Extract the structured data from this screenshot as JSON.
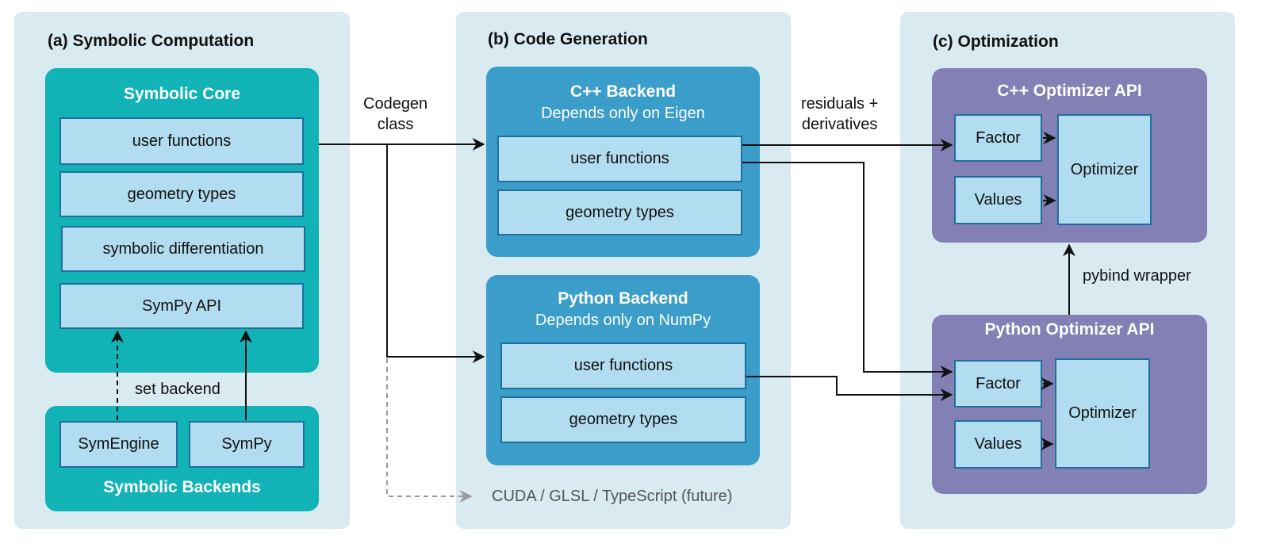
{
  "panels": {
    "a": {
      "title": "(a) Symbolic Computation",
      "core": {
        "title": "Symbolic Core",
        "items": [
          "user functions",
          "geometry types",
          "symbolic differentiation",
          "SymPy API"
        ]
      },
      "backends": {
        "title": "Symbolic Backends",
        "items": [
          "SymEngine",
          "SymPy"
        ]
      },
      "set_backend_label": "set backend"
    },
    "b": {
      "title": "(b) Code Generation",
      "cpp": {
        "title": "C++ Backend",
        "subtitle": "Depends only on Eigen",
        "items": [
          "user functions",
          "geometry types"
        ]
      },
      "python": {
        "title": "Python Backend",
        "subtitle": "Depends only on NumPy",
        "items": [
          "user functions",
          "geometry types"
        ]
      },
      "future_label": "CUDA / GLSL / TypeScript (future)"
    },
    "c": {
      "title": "(c) Optimization",
      "cpp_api": {
        "title": "C++ Optimizer API",
        "factor": "Factor",
        "values": "Values",
        "optimizer": "Optimizer"
      },
      "python_api": {
        "title": "Python Optimizer API",
        "factor": "Factor",
        "values": "Values",
        "optimizer": "Optimizer"
      },
      "pybind_label": "pybind wrapper"
    }
  },
  "edge_labels": {
    "codegen": "Codegen\nclass",
    "codegen_line1": "Codegen",
    "codegen_line2": "class",
    "residuals_line1": "residuals +",
    "residuals_line2": "derivatives"
  },
  "colors": {
    "panel_bg": "#d9eaf1",
    "symbolic_teal": "#12b3b6",
    "codegen_blue": "#3a9dca",
    "optimizer_purple": "#8380b5",
    "box_fill": "#b2dcef",
    "box_border": "#1f6f9a"
  }
}
